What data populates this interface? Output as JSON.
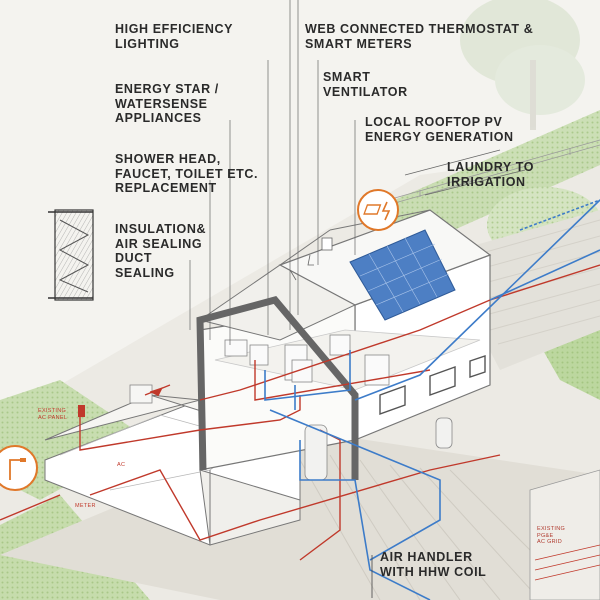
{
  "callouts": {
    "lighting": "HIGH EFFICIENCY\nLIGHTING",
    "thermostat": "WEB CONNECTED THERMOSTAT &\nSMART METERS",
    "appliances": "ENERGY STAR /\nWATERSENSE\nAPPLIANCES",
    "ventilator": "SMART\nVENTILATOR",
    "pv": "LOCAL ROOFTOP PV\nENERGY GENERATION",
    "fixtures": "SHOWER HEAD,\nFAUCET, TOILET ETC.\nREPLACEMENT",
    "laundry": "LAUNDRY TO\nIRRIGATION",
    "insulation": "INSULATION&\nAIR SEALING\nDUCT\nSEALING",
    "air_handler": "AIR HANDLER\nWITH HHW COIL"
  },
  "small_labels": {
    "existing_ac": "EXISTING\nAC PANEL",
    "ac": "AC",
    "meter": "METER",
    "existing_grid": "EXISTING\nPG&E\nAC GRID"
  },
  "colors": {
    "background": "#f4f3ef",
    "line_red": "#c0392b",
    "line_blue": "#3d7cc9",
    "icon_orange": "#e0782a",
    "structure": "#555555",
    "lawn": "#b9d49a",
    "solar": "#3d6db5"
  },
  "icons": [
    "solar-power-icon",
    "lamp-icon",
    "insulation-section-icon"
  ]
}
